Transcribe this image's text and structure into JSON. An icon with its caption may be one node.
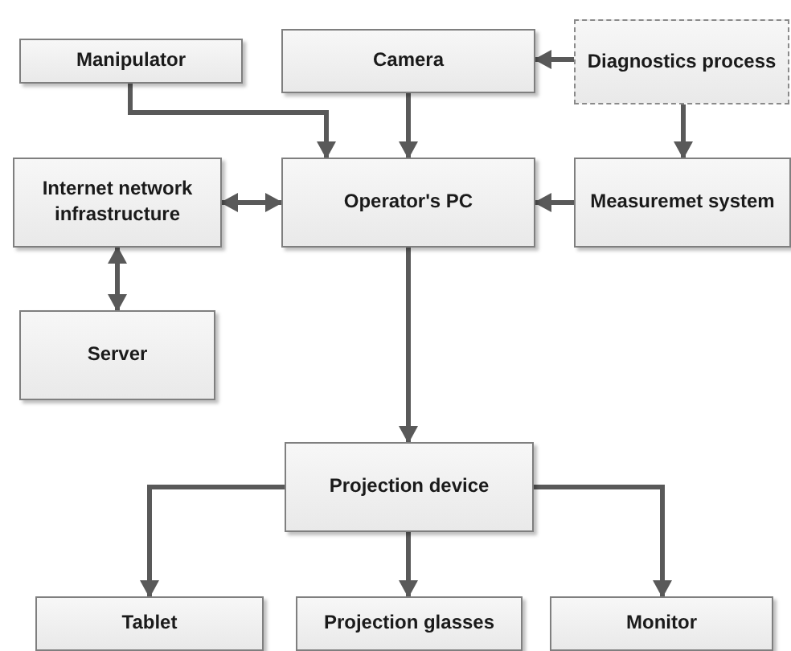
{
  "diagram": {
    "nodes": [
      {
        "text": [
          "Manipulator"
        ]
      },
      {
        "text": [
          "Camera"
        ]
      },
      {
        "text": [
          "Diagnostics process"
        ]
      },
      {
        "text": [
          "Internet network infrastructure"
        ]
      },
      {
        "text": [
          "Operator's PC"
        ]
      },
      {
        "text": [
          "Measuremet system"
        ]
      },
      {
        "text": [
          "Server"
        ]
      },
      {
        "text": [
          "Projection device"
        ]
      },
      {
        "text": [
          "Tablet"
        ]
      },
      {
        "text": [
          "Projection glasses"
        ]
      },
      {
        "text": [
          "Monitor"
        ]
      }
    ],
    "edges": [
      {
        "from": 0,
        "to": 4,
        "arrow": "to"
      },
      {
        "from": 1,
        "to": 4,
        "arrow": "to"
      },
      {
        "from": 2,
        "to": 1,
        "arrow": "to"
      },
      {
        "from": 2,
        "to": 5,
        "arrow": "to"
      },
      {
        "from": 3,
        "to": 4,
        "arrow": "both"
      },
      {
        "from": 5,
        "to": 4,
        "arrow": "to"
      },
      {
        "from": 3,
        "to": 6,
        "arrow": "both"
      },
      {
        "from": 4,
        "to": 7,
        "arrow": "to"
      },
      {
        "from": 7,
        "to": 8,
        "arrow": "to"
      },
      {
        "from": 7,
        "to": 9,
        "arrow": "to"
      },
      {
        "from": 7,
        "to": 10,
        "arrow": "to"
      }
    ]
  }
}
